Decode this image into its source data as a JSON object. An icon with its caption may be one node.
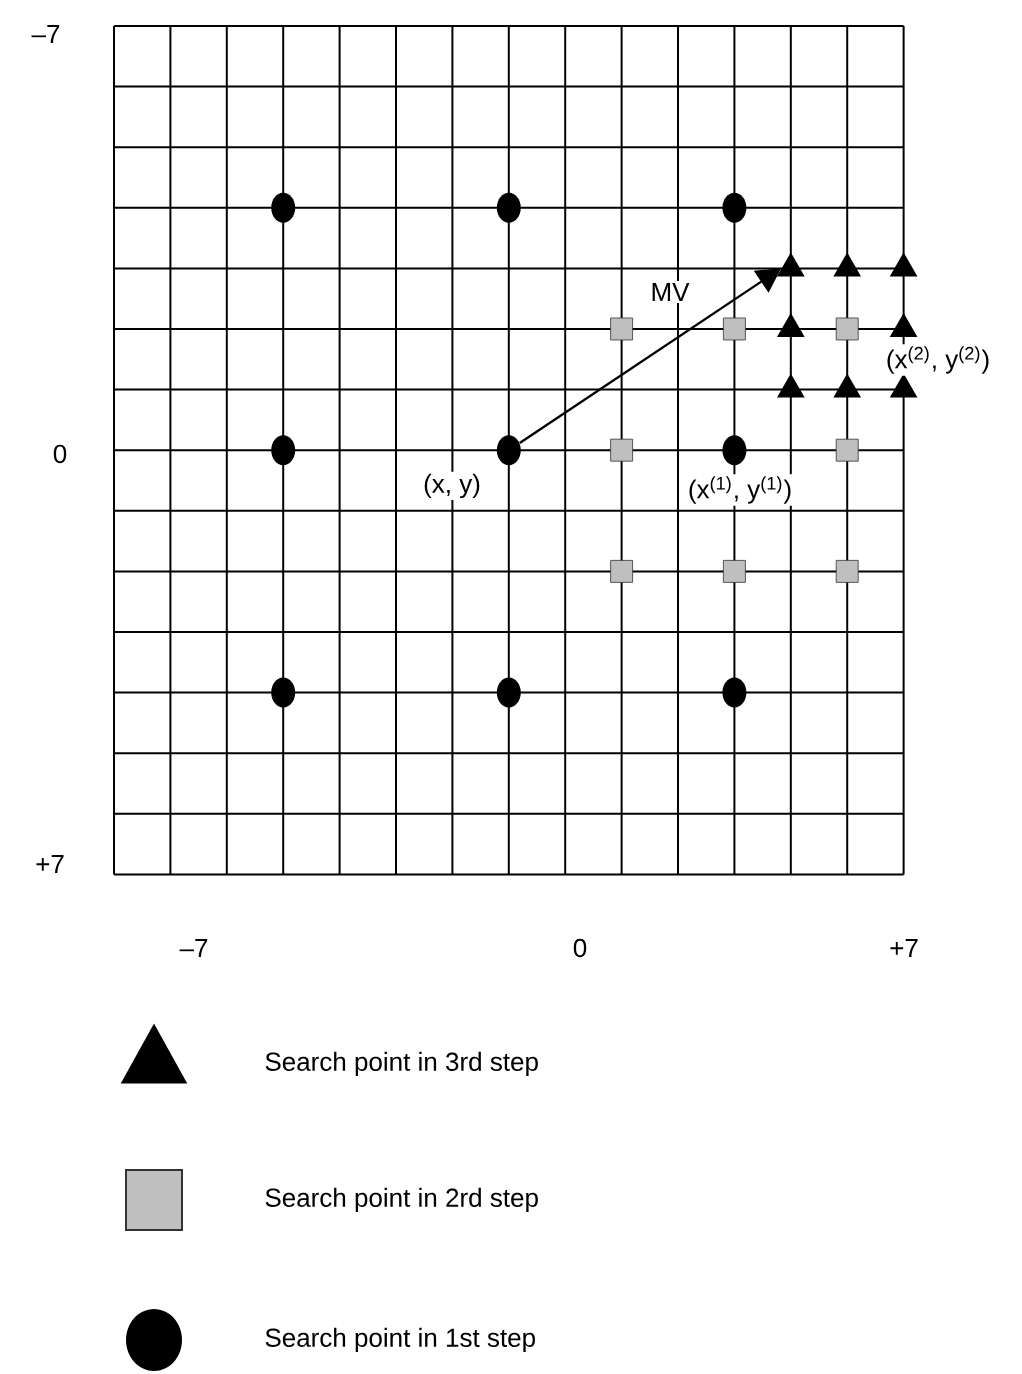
{
  "diagram": {
    "nodes": [
      {
        "text": [],
        "shape": "circle"
      },
      {
        "text": [],
        "shape": "circle"
      },
      {
        "text": [],
        "shape": "circle"
      },
      {
        "text": [],
        "shape": "triangle"
      },
      {
        "text": [],
        "shape": "triangle"
      },
      {
        "text": [],
        "shape": "triangle"
      },
      {
        "text": [],
        "shape": "box"
      },
      {
        "text": [],
        "shape": "box"
      },
      {
        "text": [],
        "shape": "triangle"
      },
      {
        "text": [],
        "shape": "box"
      },
      {
        "text": [],
        "shape": "triangle"
      },
      {
        "text": [],
        "shape": "triangle"
      },
      {
        "text": [],
        "shape": "triangle"
      },
      {
        "text": [],
        "shape": "triangle"
      },
      {
        "text": [],
        "shape": "circle"
      },
      {
        "text": [],
        "shape": "circle"
      },
      {
        "text": [],
        "shape": "box"
      },
      {
        "text": [],
        "shape": "circle"
      },
      {
        "text": [],
        "shape": "box"
      },
      {
        "text": [],
        "shape": "box"
      },
      {
        "text": [],
        "shape": "box"
      },
      {
        "text": [],
        "shape": "box"
      },
      {
        "text": [],
        "shape": "circle"
      },
      {
        "text": [],
        "shape": "circle"
      },
      {
        "text": [],
        "shape": "circle"
      }
    ],
    "edges": [
      {
        "from": 15,
        "to": 3,
        "arrow": "to",
        "label": "MV"
      }
    ],
    "labels": [
      "–7",
      "(x$^{(2)}$, y$^{(2)}$)",
      "0",
      "(x, y)",
      "(x$^{(1)}$, y$^{(1)}$)",
      "+7",
      "–7",
      "0",
      "+7"
    ],
    "legend": [
      {
        "text": "Search point in 3rd step"
      },
      {
        "text": "Search point in 2rd step"
      },
      {
        "text": "Search point in 1st step"
      }
    ]
  }
}
